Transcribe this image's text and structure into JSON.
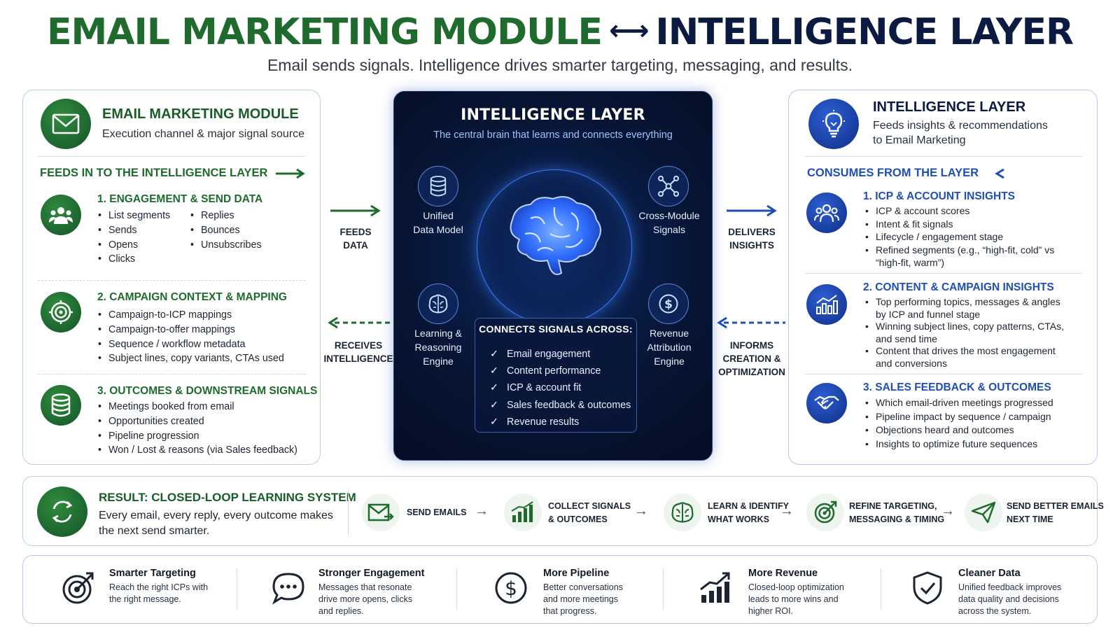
{
  "header": {
    "title_left": "EMAIL MARKETING MODULE",
    "title_arrow": "⟷",
    "title_right": "INTELLIGENCE LAYER",
    "subtitle": "Email sends signals. Intelligence drives smarter targeting, messaging, and results."
  },
  "left_panel": {
    "title": "EMAIL MARKETING MODULE",
    "subtitle": "Execution channel & major signal source",
    "section_heading": "FEEDS IN TO THE INTELLIGENCE LAYER",
    "groups": [
      {
        "title": "1. ENGAGEMENT & SEND DATA",
        "col1": [
          "List segments",
          "Sends",
          "Opens",
          "Clicks"
        ],
        "col2": [
          "Replies",
          "Bounces",
          "Unsubscribes"
        ]
      },
      {
        "title": "2. CAMPAIGN CONTEXT & MAPPING",
        "items": [
          "Campaign-to-ICP mappings",
          "Campaign-to-offer mappings",
          "Sequence / workflow metadata",
          "Subject lines, copy variants, CTAs used"
        ]
      },
      {
        "title": "3. OUTCOMES & DOWNSTREAM SIGNALS",
        "items": [
          "Meetings booked from email",
          "Opportunities created",
          "Pipeline progression",
          "Won / Lost & reasons (via Sales feedback)"
        ]
      }
    ]
  },
  "flow_labels": {
    "feeds_data": [
      "FEEDS",
      "DATA"
    ],
    "receives_intelligence": [
      "RECEIVES",
      "INTELLIGENCE"
    ],
    "delivers_insights": [
      "DELIVERS",
      "INSIGHTS"
    ],
    "informs": [
      "INFORMS",
      "CREATION &",
      "OPTIMIZATION"
    ]
  },
  "center_panel": {
    "title": "INTELLIGENCE LAYER",
    "subtitle": "The central brain that learns and connects everything",
    "nodes": {
      "unified": [
        "Unified",
        "Data Model"
      ],
      "cross": [
        "Cross-Module",
        "Signals"
      ],
      "learning": [
        "Learning &",
        "Reasoning",
        "Engine"
      ],
      "revenue": [
        "Revenue",
        "Attribution",
        "Engine"
      ]
    },
    "connects_heading": "CONNECTS SIGNALS ACROSS:",
    "connects": [
      "Email engagement",
      "Content performance",
      "ICP & account fit",
      "Sales feedback & outcomes",
      "Revenue results"
    ]
  },
  "right_panel": {
    "title": "INTELLIGENCE LAYER",
    "subtitle": [
      "Feeds insights & recommendations",
      "to Email Marketing"
    ],
    "section_heading": "CONSUMES FROM THE LAYER",
    "groups": [
      {
        "title": "1. ICP & ACCOUNT INSIGHTS",
        "items": [
          "ICP & account scores",
          "Intent & fit signals",
          "Lifecycle / engagement stage",
          "Refined segments (e.g., “high-fit, cold” vs “high-fit, warm”)"
        ]
      },
      {
        "title": "2. CONTENT & CAMPAIGN INSIGHTS",
        "items": [
          "Top performing topics, messages & angles by ICP and funnel stage",
          "Winning subject lines, copy patterns, CTAs, and send time",
          "Content that drives the most engagement and conversions"
        ]
      },
      {
        "title": "3. SALES FEEDBACK & OUTCOMES",
        "items": [
          "Which email-driven meetings progressed",
          "Pipeline impact by sequence / campaign",
          "Objections heard and outcomes",
          "Insights to optimize future sequences"
        ]
      }
    ]
  },
  "result": {
    "title": "RESULT: CLOSED-LOOP LEARNING SYSTEM",
    "subtitle": "Every email, every reply, every outcome makes the next send smarter.",
    "steps": [
      {
        "line1": "SEND EMAILS",
        "line2": ""
      },
      {
        "line1": "COLLECT SIGNALS",
        "line2": "& OUTCOMES"
      },
      {
        "line1": "LEARN & IDENTIFY",
        "line2": "WHAT WORKS"
      },
      {
        "line1": "REFINE TARGETING,",
        "line2": "MESSAGING & TIMING"
      },
      {
        "line1": "SEND BETTER EMAILS",
        "line2": "NEXT TIME"
      }
    ],
    "arrow": "→"
  },
  "benefits": [
    {
      "title": "Smarter Targeting",
      "desc": "Reach the right ICPs with the right message."
    },
    {
      "title": "Stronger Engagement",
      "desc": "Messages that resonate drive more opens, clicks and replies."
    },
    {
      "title": "More Pipeline",
      "desc": "Better conversations and more meetings that progress."
    },
    {
      "title": "More Revenue",
      "desc": "Closed-loop optimization leads to more wins and higher ROI."
    },
    {
      "title": "Cleaner Data",
      "desc": "Unified feedback improves data quality and decisions across the system."
    }
  ],
  "colors": {
    "green": "#1f6b2e",
    "navy": "#0b1a40",
    "blue": "#1f4fb5",
    "center_bg": "#071535"
  }
}
